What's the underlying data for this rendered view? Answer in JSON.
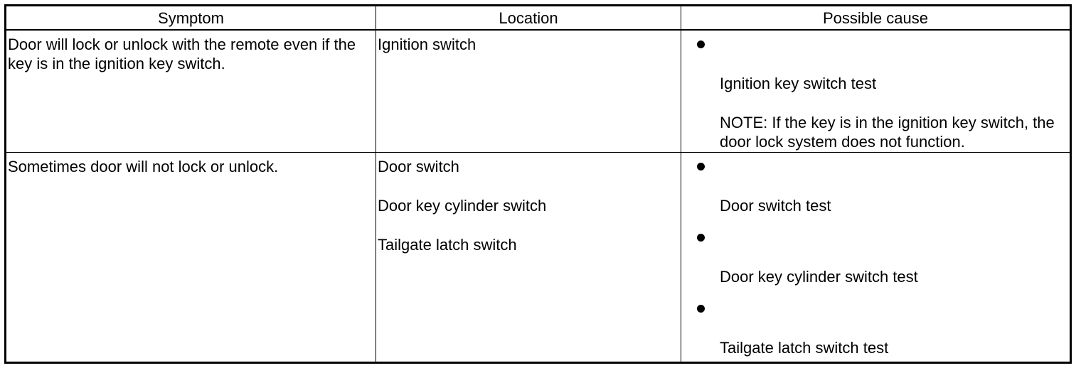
{
  "table": {
    "headers": [
      "Symptom",
      "Location",
      "Possible cause"
    ],
    "rows": [
      {
        "symptom": "Door will lock or unlock with the remote even if the key is in the ignition key switch.",
        "locations": [
          "Ignition switch"
        ],
        "causes": [
          {
            "text": "Ignition key switch test",
            "note": "NOTE: If the key is in the ignition key switch, the door lock system does not function."
          }
        ]
      },
      {
        "symptom": "Sometimes door will not lock or unlock.",
        "locations": [
          "Door switch",
          "Door key cylinder switch",
          "Tailgate latch switch"
        ],
        "causes": [
          {
            "text": "Door switch test"
          },
          {
            "text": "Door key cylinder switch test"
          },
          {
            "text": "Tailgate latch switch test"
          }
        ]
      }
    ]
  }
}
